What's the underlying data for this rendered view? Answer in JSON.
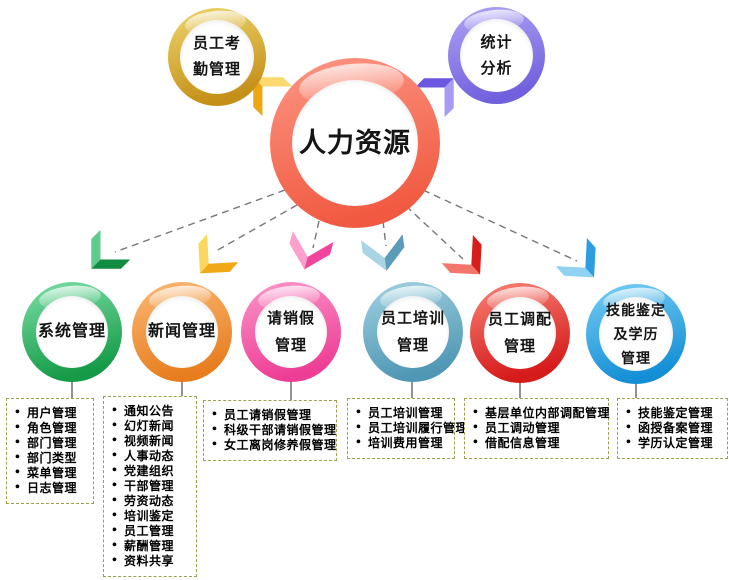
{
  "diagram": {
    "center": {
      "label": "人力资源",
      "color": "#f4705b"
    },
    "satellites": [
      {
        "label": "员工考勤管理",
        "lines": [
          "员工考",
          "勤管理"
        ],
        "color": "#cf9d1a",
        "arrow_color": "#f0b22a"
      },
      {
        "label": "统计分析",
        "lines": [
          "统计",
          "分析"
        ],
        "color": "#7b6ce6",
        "arrow_color": "#8172e8"
      }
    ],
    "branches": [
      {
        "label": "系统管理",
        "lines": [
          "系统管理"
        ],
        "color": "#1fa953",
        "arrow_color": "#2fb662",
        "items": [
          "用户管理",
          "角色管理",
          "部门管理",
          "部门类型",
          "菜单管理",
          "日志管理"
        ]
      },
      {
        "label": "新闻管理",
        "lines": [
          "新闻管理"
        ],
        "color": "#ef8b2d",
        "arrow_color": "#f6c33a",
        "items": [
          "通知公告",
          "幻灯新闻",
          "视频新闻",
          "人事动态",
          "党建组织",
          "干部管理",
          "劳资动态",
          "培训鉴定",
          "员工管理",
          "薪酬管理",
          "资料共享"
        ]
      },
      {
        "label": "请销假管理",
        "lines": [
          "请销假",
          "管理"
        ],
        "color": "#f2519f",
        "arrow_color": "#f36fb4",
        "items": [
          "员工请销假管理",
          "科级干部请销假管理",
          "女工离岗修养假管理"
        ]
      },
      {
        "label": "员工培训管理",
        "lines": [
          "员工培训",
          "管理"
        ],
        "color": "#5da7c2",
        "arrow_color": "#7fc0d6",
        "items": [
          "员工培训管理",
          "员工培训履行管理",
          "培训费用管理"
        ]
      },
      {
        "label": "员工调配管理",
        "lines": [
          "员工调配",
          "管理"
        ],
        "color": "#e02421",
        "arrow_color": "#e8443a",
        "items": [
          "基层单位内部调配管理",
          "员工调动管理",
          "借配信息管理"
        ]
      },
      {
        "label": "技能鉴定及学历管理",
        "lines": [
          "技能鉴定",
          "及学历",
          "管理"
        ],
        "color": "#27a2e0",
        "arrow_color": "#55bbee",
        "items": [
          "技能鉴定管理",
          "函授备案管理",
          "学历认定管理"
        ]
      }
    ],
    "connector_color": "#777777",
    "box_border_color": "#9f9f52"
  }
}
